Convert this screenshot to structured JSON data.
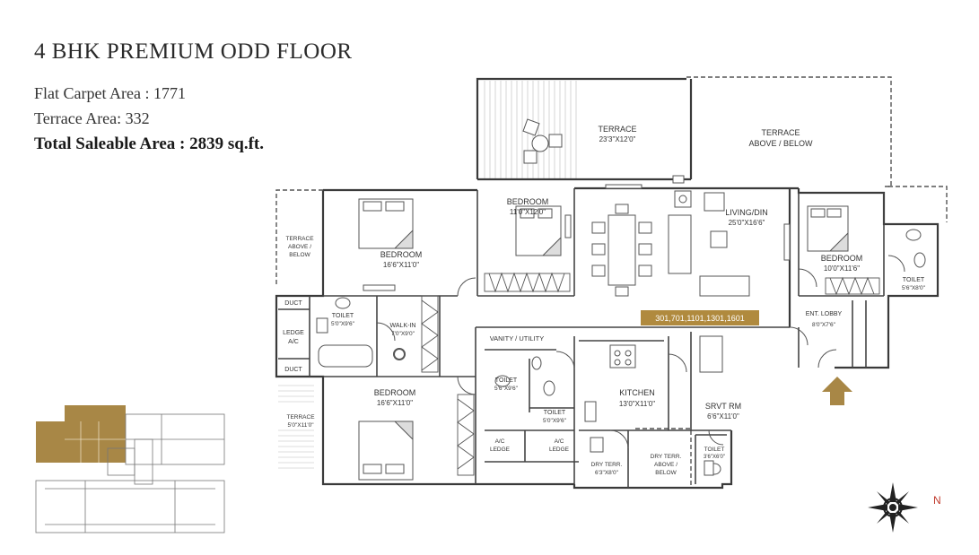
{
  "header": {
    "title": "4 BHK PREMIUM ODD FLOOR",
    "carpet_area": "Flat Carpet Area : 1771",
    "terrace_area": "Terrace Area: 332",
    "saleable_area": "Total Saleable Area : 2839 sq.ft."
  },
  "flat_numbers": "301,701,1101,1301,1601",
  "compass_label": "N",
  "colors": {
    "accent": "#b08a3e",
    "wall": "#3a3a3a",
    "highlight": "#a88746"
  },
  "rooms": {
    "terrace_top": {
      "name": "TERRACE",
      "dims": "23'3\"X12'0\""
    },
    "terrace_above_right": {
      "line1": "TERRACE",
      "line2": "ABOVE / BELOW"
    },
    "terrace_above_left": {
      "line1": "TERRACE",
      "line2": "ABOVE /",
      "line3": "BELOW"
    },
    "bedroom_1": {
      "name": "BEDROOM",
      "dims": "16'6\"X11'0\""
    },
    "bedroom_2": {
      "name": "BEDROOM",
      "dims": "11'0\"X12'0\""
    },
    "living": {
      "name": "LIVING/DIN",
      "dims": "25'0\"X16'6\""
    },
    "bedroom_3": {
      "name": "BEDROOM",
      "dims": "10'0\"X11'6\""
    },
    "toilet_right": {
      "name": "TOILET",
      "dims": "5'6\"X8'0\""
    },
    "duct_top": "DUCT",
    "duct_bottom": "DUCT",
    "ledge_ac": {
      "line1": "LEDGE",
      "line2": "A/C"
    },
    "toilet_1": {
      "name": "TOILET",
      "dims": "5'0\"X9'6\""
    },
    "walk_in": {
      "name": "WALK-IN",
      "dims": "7'0\"X9'0\""
    },
    "vanity": "VANITY / UTILITY",
    "toilet_2": {
      "name": "TOILET",
      "dims": "5'6\"X9'6\""
    },
    "toilet_3": {
      "name": "TOILET",
      "dims": "5'0\"X9'6\""
    },
    "ent_lobby": {
      "name": "ENT. LOBBY",
      "dims": "8'0\"X7'6\""
    },
    "kitchen": {
      "name": "KITCHEN",
      "dims": "13'0\"X11'0\""
    },
    "servant": {
      "name": "SRVT RM",
      "dims": "6'6\"X11'0\""
    },
    "bedroom_4": {
      "name": "BEDROOM",
      "dims": "16'6\"X11'0\""
    },
    "terrace_small": {
      "name": "TERRACE",
      "dims": "5'0\"X11'0\""
    },
    "ac_ledge_1": {
      "line1": "A/C",
      "line2": "LEDGE"
    },
    "ac_ledge_2": {
      "line1": "A/C",
      "line2": "LEDGE"
    },
    "dry_terr_1": {
      "name": "DRY TERR.",
      "dims": "6'3\"X8'0\""
    },
    "dry_terr_2": {
      "line1": "DRY TERR.",
      "line2": "ABOVE /",
      "line3": "BELOW"
    },
    "toilet_4": {
      "name": "TOILET",
      "dims": "3'6\"X6'0\""
    }
  }
}
